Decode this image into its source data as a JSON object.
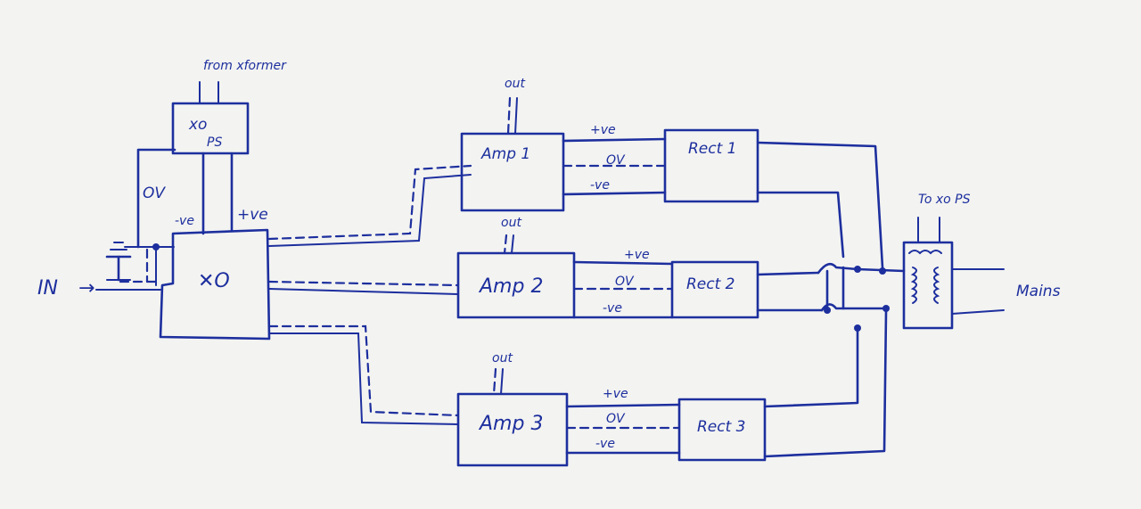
{
  "labels": {
    "input": "IN",
    "arrow": "→",
    "from_xformer": "from xformer",
    "xo_ps_top": "xo",
    "xo_ps_bottom": "PS",
    "xo": "✕O",
    "ov_left": "OV",
    "neg_xo": "-ve",
    "pos_xo": "+ve",
    "amp1": "Amp 1",
    "amp2": "Amp 2",
    "amp3": "Amp 3",
    "rect1": "Rect 1",
    "rect2": "Rect 2",
    "rect3": "Rect 3",
    "out1": "out",
    "out2": "out",
    "out3": "out",
    "pos1": "+ve",
    "ov1": "OV",
    "neg1": "-ve",
    "pos2": "+ve",
    "ov2": "OV",
    "neg2": "-ve",
    "pos3": "+ve",
    "ov3": "OV",
    "neg3": "-ve",
    "to_xo_ps": "To xo PS",
    "mains": "Mains"
  },
  "colors": {
    "ink": "#1d2f9e",
    "paper": "#f3f3f1"
  }
}
